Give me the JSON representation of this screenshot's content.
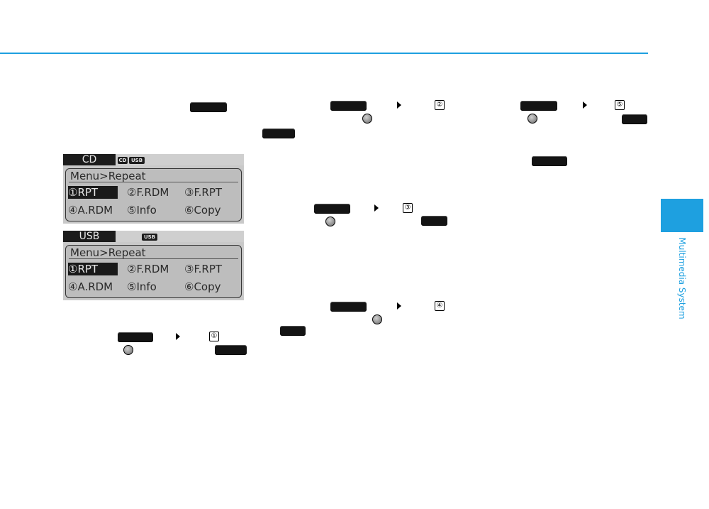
{
  "side_tab": {
    "label": "Multimedia System"
  },
  "lcd_cd": {
    "source": "CD",
    "badges": [
      "CD",
      "USB"
    ],
    "title": "Menu>Repeat",
    "items": [
      "①RPT",
      "②F.RDM",
      "③F.RPT",
      "④A.RDM",
      "⑤Info",
      "⑥Copy"
    ]
  },
  "lcd_usb": {
    "source": "USB",
    "badges": [
      "USB"
    ],
    "title": "Menu>Repeat",
    "items": [
      "①RPT",
      "②F.RDM",
      "③F.RPT",
      "④A.RDM",
      "⑤Info",
      "⑥Copy"
    ]
  },
  "inline_numbers": [
    "②",
    "⑤",
    "③",
    "④",
    "①"
  ],
  "colors": {
    "accent": "#1ea0e0",
    "button": "#141414",
    "lcd_bg": "#c9c9c9"
  }
}
